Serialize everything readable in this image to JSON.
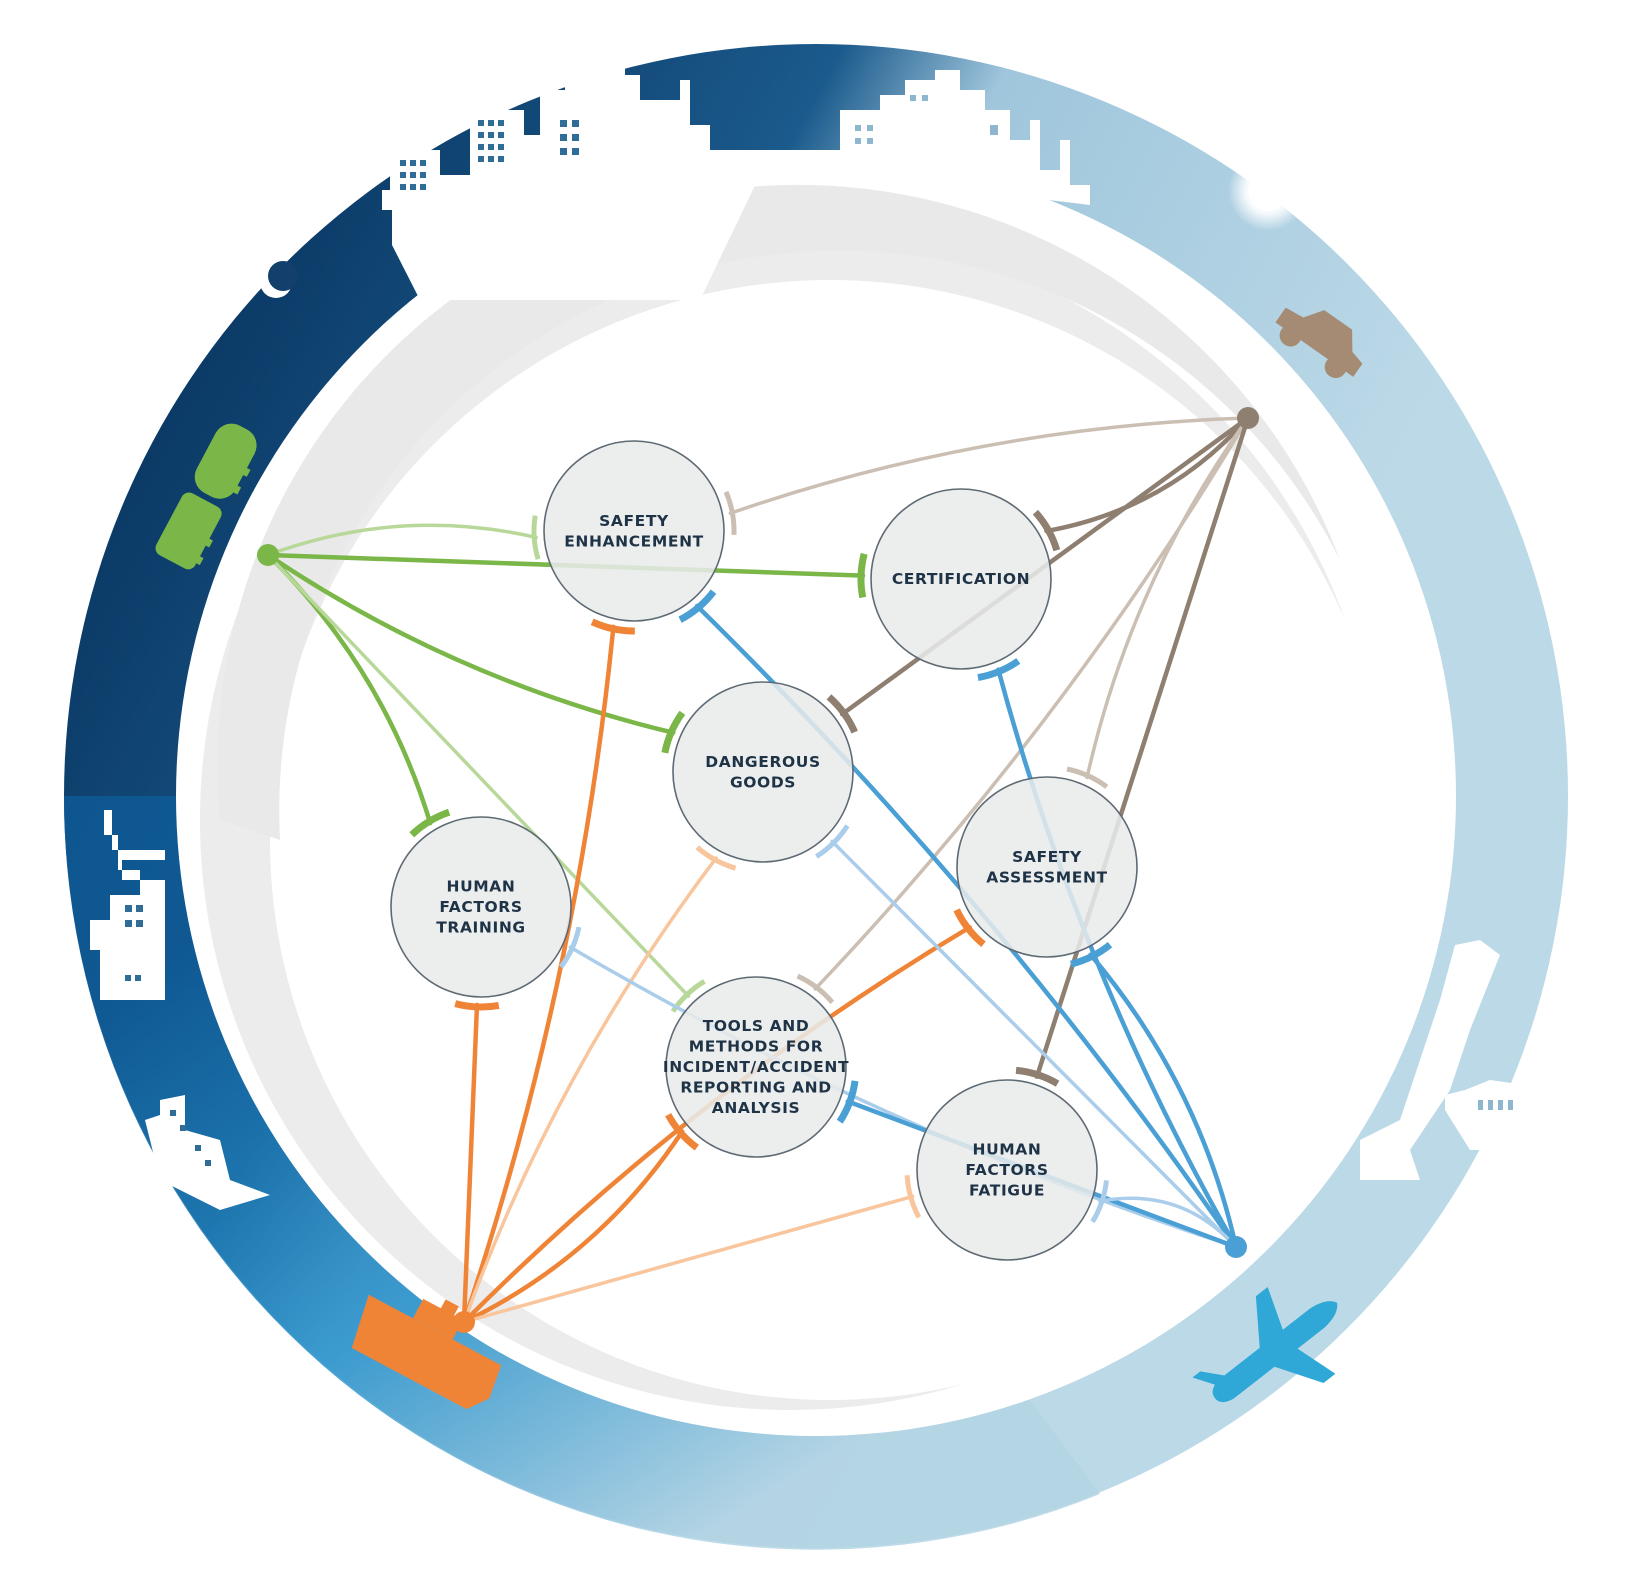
{
  "diagram": {
    "nodes": [
      {
        "id": "safety_enhancement",
        "lines": [
          "SAFETY",
          "ENHANCEMENT"
        ]
      },
      {
        "id": "certification",
        "lines": [
          "CERTIFICATION"
        ]
      },
      {
        "id": "dangerous_goods",
        "lines": [
          "DANGEROUS",
          "GOODS"
        ]
      },
      {
        "id": "safety_assessment",
        "lines": [
          "SAFETY",
          "ASSESSMENT"
        ]
      },
      {
        "id": "human_factors_training",
        "lines": [
          "HUMAN",
          "FACTORS",
          "TRAINING"
        ]
      },
      {
        "id": "tools_methods",
        "lines": [
          "TOOLS AND",
          "METHODS FOR",
          "INCIDENT/ACCIDENT",
          "REPORTING AND",
          "ANALYSIS"
        ]
      },
      {
        "id": "human_factors_fatigue",
        "lines": [
          "HUMAN",
          "FACTORS",
          "FATIGUE"
        ]
      }
    ],
    "hubs": [
      {
        "id": "rail",
        "icon": "train-icon",
        "color": "#7ab648"
      },
      {
        "id": "road",
        "icon": "car-icon",
        "color": "#8e7f70"
      },
      {
        "id": "maritime",
        "icon": "ship-icon",
        "color": "#f08436"
      },
      {
        "id": "air",
        "icon": "airplane-icon",
        "color": "#4a9fd5"
      }
    ],
    "links": [
      {
        "from": "rail",
        "to": "safety_enhancement",
        "strong": false
      },
      {
        "from": "rail",
        "to": "certification",
        "strong": true
      },
      {
        "from": "rail",
        "to": "dangerous_goods",
        "strong": true
      },
      {
        "from": "rail",
        "to": "human_factors_training",
        "strong": true
      },
      {
        "from": "rail",
        "to": "tools_methods",
        "strong": false
      },
      {
        "from": "road",
        "to": "safety_enhancement",
        "strong": false
      },
      {
        "from": "road",
        "to": "certification",
        "strong": true
      },
      {
        "from": "road",
        "to": "dangerous_goods",
        "strong": true
      },
      {
        "from": "road",
        "to": "safety_assessment",
        "strong": false
      },
      {
        "from": "road",
        "to": "tools_methods",
        "strong": false
      },
      {
        "from": "road",
        "to": "human_factors_fatigue",
        "strong": true
      },
      {
        "from": "maritime",
        "to": "safety_enhancement",
        "strong": true
      },
      {
        "from": "maritime",
        "to": "dangerous_goods",
        "strong": false
      },
      {
        "from": "maritime",
        "to": "human_factors_training",
        "strong": true
      },
      {
        "from": "maritime",
        "to": "tools_methods",
        "strong": true
      },
      {
        "from": "maritime",
        "to": "safety_assessment",
        "strong": true
      },
      {
        "from": "maritime",
        "to": "human_factors_fatigue",
        "strong": false
      },
      {
        "from": "air",
        "to": "safety_enhancement",
        "strong": true
      },
      {
        "from": "air",
        "to": "certification",
        "strong": true
      },
      {
        "from": "air",
        "to": "dangerous_goods",
        "strong": false
      },
      {
        "from": "air",
        "to": "safety_assessment",
        "strong": true
      },
      {
        "from": "air",
        "to": "human_factors_training",
        "strong": false
      },
      {
        "from": "air",
        "to": "tools_methods",
        "strong": true
      },
      {
        "from": "air",
        "to": "human_factors_fatigue",
        "strong": false
      }
    ]
  },
  "decor": {
    "ring_colors": [
      "#0b3a66",
      "#1a6fb0",
      "#2f93cc",
      "#8fbfd8",
      "#b9d8e6"
    ],
    "icons": [
      "moon-icon",
      "sun-icon",
      "city-skyline-icon",
      "factory-icon",
      "control-tower-icon"
    ]
  }
}
